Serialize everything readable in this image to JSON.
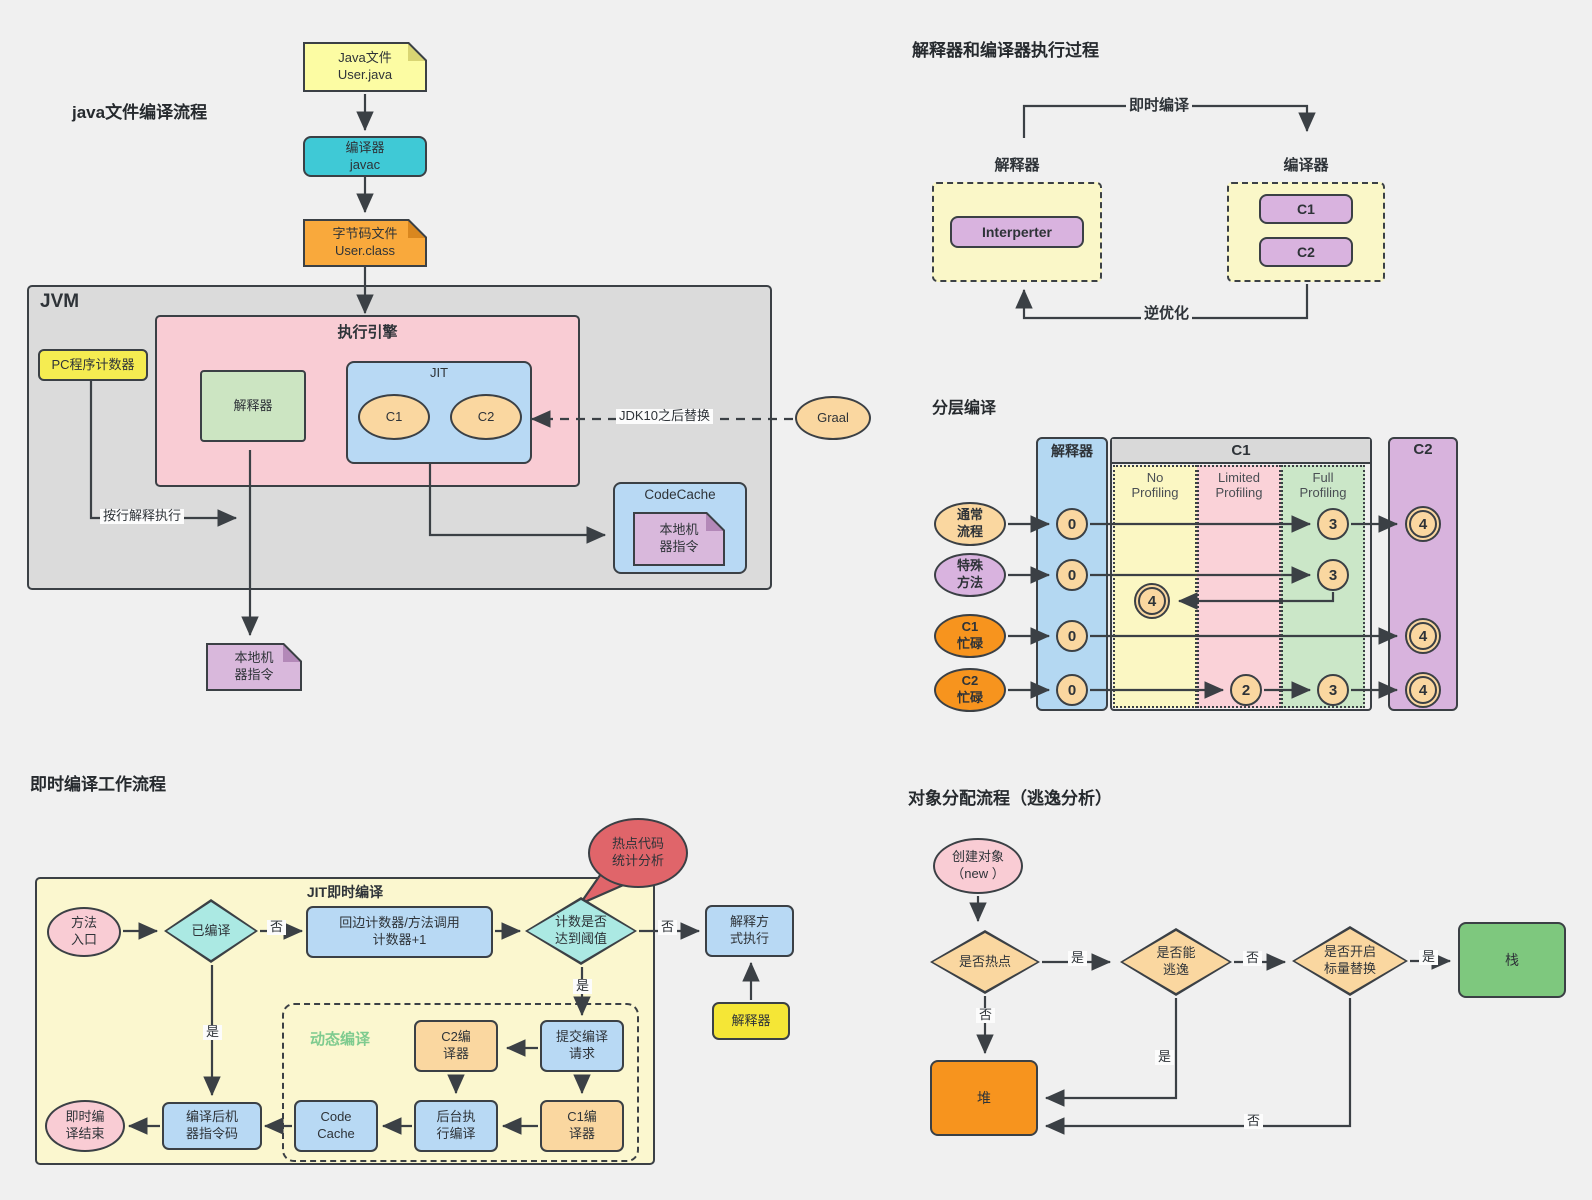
{
  "palette": {
    "background": "#f0f0f0",
    "stroke": "#3b4045",
    "yellow_note": "#FCFCA3",
    "cyan": "#3FC9D6",
    "orange_note": "#F9A93C",
    "jvm_gray": "#dbdbdb",
    "engine_pink": "#F9CCD4",
    "bright_yellow": "#F5EC51",
    "green_box": "#CCE5C2",
    "blue_box": "#B8D9F4",
    "orange_ellipse": "#FAD7A0",
    "purple_note": "#D9B8DC",
    "pale_yellow": "#FAF7C8",
    "purple_box": "#D9B3DF",
    "bright_orange": "#F7941E",
    "red_bubble": "#E0656A",
    "teal_diamond": "#ABE9E3",
    "pink_ellipse": "#F9CCD4",
    "green_stack": "#7EC87E",
    "limited_pink": "#FAD2D8",
    "full_green": "#CBE7C8",
    "no_prof_yellow": "#FBF7C3"
  },
  "labels": {
    "yes": "是",
    "no": "否"
  },
  "s1": {
    "title": "java文件编译流程",
    "java_note": "Java文件\nUser.java",
    "javac": "编译器\njavac",
    "class_note": "字节码文件\nUser.class",
    "jvm": "JVM",
    "engine": "执行引擎",
    "pc_counter": "PC程序计数器",
    "interpreter": "解释器",
    "jit": "JIT",
    "c1": "C1",
    "c2": "C2",
    "graal": "Graal",
    "jdk10_label": "JDK10之后替换",
    "interpret_line_label": "按行解释执行",
    "codecache": "CodeCache",
    "native_code": "本地机\n器指令"
  },
  "s2": {
    "title": "解释器和编译器执行过程",
    "jit_arrow": "即时编译",
    "deopt_arrow": "逆优化",
    "interp_header": "解释器",
    "compiler_header": "编译器",
    "interperter": "Interperter",
    "c1": "C1",
    "c2": "C2"
  },
  "s3": {
    "title": "分层编译",
    "interp_col": "解释器",
    "c1_col": "C1",
    "c2_col": "C2",
    "no_prof": "No\nProfiling",
    "limited_prof": "Limited\nProfiling",
    "full_prof": "Full\nProfiling",
    "rows": {
      "normal": "通常\n流程",
      "special": "特殊\n方法",
      "c1_busy": "C1\n忙碌",
      "c2_busy": "C2\n忙碌"
    },
    "levels": {
      "l0": "0",
      "l2": "2",
      "l3": "3",
      "l4": "4"
    }
  },
  "s4": {
    "title": "即时编译工作流程",
    "container": "JIT即时编译",
    "method_entry": "方法\n入口",
    "compiled_q": "已编译",
    "counter_box": "回边计数器/方法调用\n计数器+1",
    "threshold_q": "计数是否\n达到阈值",
    "hotspot_bubble": "热点代码\n统计分析",
    "interp_exec": "解释方\n式执行",
    "interpreter": "解释器",
    "submit_request": "提交编译\n请求",
    "dynamic_label": "动态编译",
    "c2_compiler": "C2编\n译器",
    "c1_compiler": "C1编\n译器",
    "bg_compile": "后台执\n行编译",
    "code_cache": "Code\nCache",
    "machine_code": "编译后机\n器指令码",
    "jit_end": "即时编\n译结束"
  },
  "s5": {
    "title": "对象分配流程（逃逸分析）",
    "create_object": "创建对象\n（new ）",
    "hot_q": "是否热点",
    "escape_q": "是否能\n逃逸",
    "scalar_q": "是否开启\n标量替换",
    "stack": "栈",
    "heap": "堆"
  }
}
